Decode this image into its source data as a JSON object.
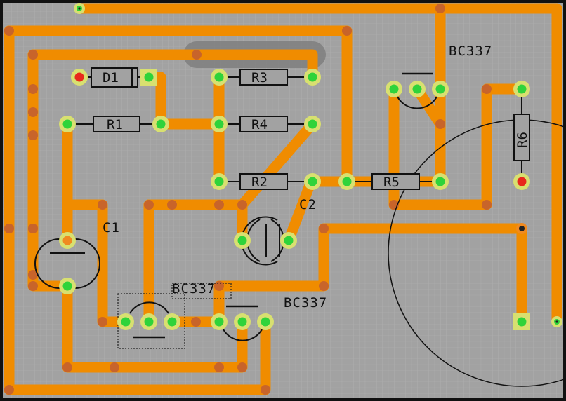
{
  "app": {
    "title": "Stripboard / PCB layout view"
  },
  "colors": {
    "board": "#a2a2a2",
    "border": "#111111",
    "trace": "#f08c00",
    "via": "#c8642a",
    "pad_ring": "#d8e070",
    "pad_green": "#2fd33a",
    "pad_red": "#e8281c",
    "pad_orange": "#f08a20",
    "outline": "#111111"
  },
  "components": {
    "d1": {
      "label": "D1"
    },
    "r1": {
      "label": "R1"
    },
    "r2": {
      "label": "R2"
    },
    "r3": {
      "label": "R3"
    },
    "r4": {
      "label": "R4"
    },
    "r5": {
      "label": "R5"
    },
    "r6": {
      "label": "R6"
    },
    "c1": {
      "label": "C1"
    },
    "c2": {
      "label": "C2"
    },
    "q1": {
      "label": "BC337"
    },
    "q2": {
      "label": "BC337"
    },
    "q3": {
      "label": "BC337"
    }
  }
}
